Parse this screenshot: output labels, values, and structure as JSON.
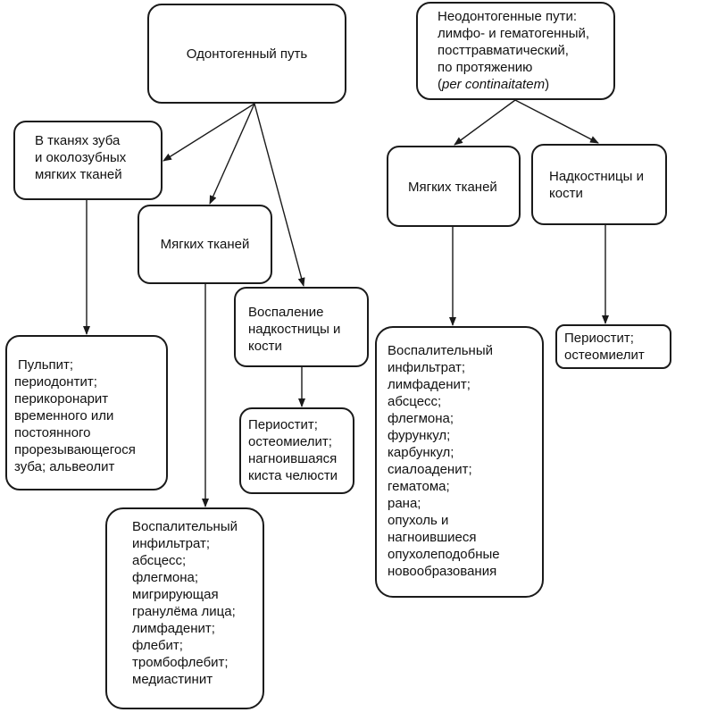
{
  "boxes": {
    "odontogenic": {
      "lines": [
        "Одонтогенный путь"
      ]
    },
    "non_odontogenic": {
      "lines": [
        "Неодонтогенные пути:",
        "лимфо- и гематогенный,",
        "посттравматический,",
        "по протяжению"
      ],
      "latin_open": "(",
      "latin": "per continaitatem",
      "latin_close": ")"
    },
    "tooth_tissues": {
      "lines": [
        "В тканях зуба",
        "и околозубных",
        "мягких тканей"
      ]
    },
    "soft_tissues_1": {
      "lines": [
        "Мягких тканей"
      ]
    },
    "periosteum_inflammation": {
      "lines": [
        "Воспаление",
        "надкостницы и",
        "кости"
      ]
    },
    "soft_tissues_2": {
      "lines": [
        "Мягких тканей"
      ]
    },
    "periosteum_bone": {
      "lines": [
        "Надкостницы и",
        "кости"
      ]
    },
    "diseases_tooth": {
      "lines": [
        "Пульпит;",
        "периодонтит;",
        "перикоронарит",
        "временного или",
        "постоянного",
        "прорезывающегося",
        "зуба; альвеолит"
      ]
    },
    "diseases_periost_1": {
      "lines": [
        "Периостит;",
        "остеомиелит;",
        "нагноившаяся",
        "киста челюсти"
      ]
    },
    "diseases_soft_1": {
      "lines": [
        "Воспалительный",
        "инфильтрат;",
        "абсцесс;",
        "флегмона;",
        "мигрирующая",
        "гранулёма лица;",
        "лимфаденит;",
        "флебит;",
        "тромбофлебит;",
        "медиастинит"
      ]
    },
    "diseases_soft_2": {
      "lines": [
        "Воспалительный",
        "инфильтрат;",
        "лимфаденит;",
        "абсцесс;",
        "флегмона;",
        "фурункул;",
        "карбункул;",
        "сиалоаденит;",
        "гематома;",
        "рана;",
        "опухоль и",
        "нагноившиеся",
        "опухолеподобные",
        "новообразования"
      ]
    },
    "diseases_periost_2": {
      "lines": [
        "Периостит;",
        "остеомиелит"
      ]
    }
  }
}
